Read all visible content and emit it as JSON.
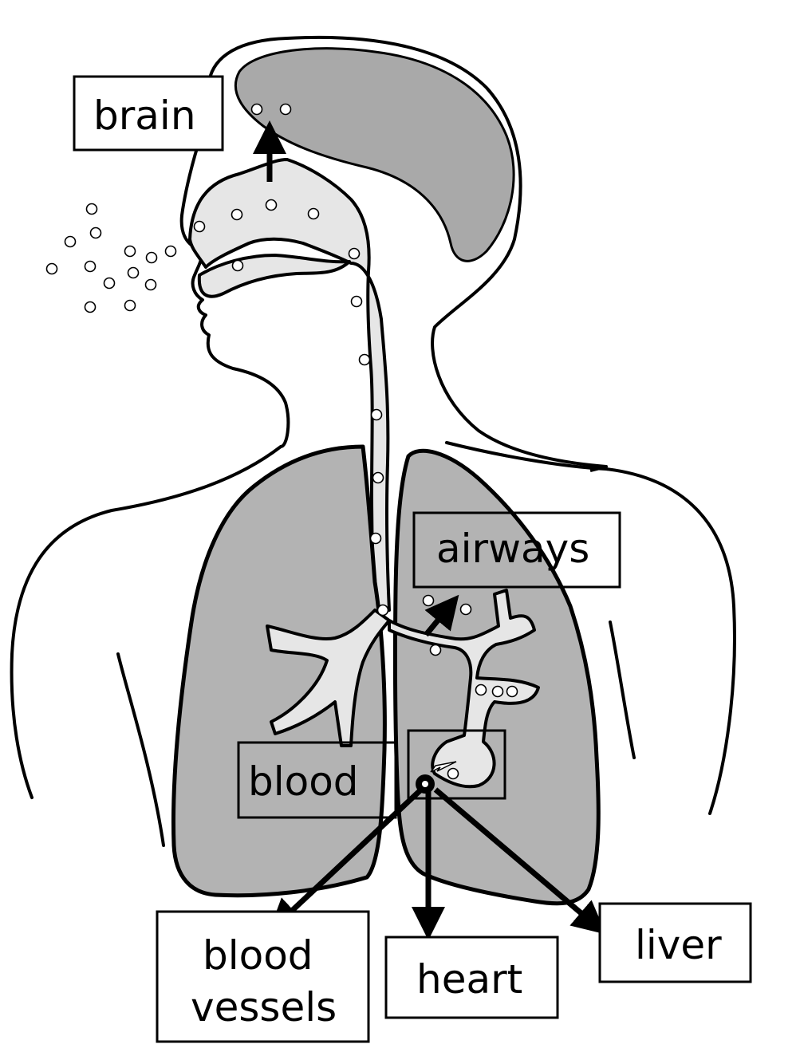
{
  "labels": {
    "brain": "brain",
    "airways": "airways",
    "blood": "blood",
    "blood_vessels_line1": "blood",
    "blood_vessels_line2": "vessels",
    "heart": "heart",
    "liver": "liver"
  },
  "colors": {
    "organ_fill": "#b3b3b3",
    "airway_fill": "#e6e6e6",
    "outline": "#000000",
    "background": "#ffffff"
  }
}
